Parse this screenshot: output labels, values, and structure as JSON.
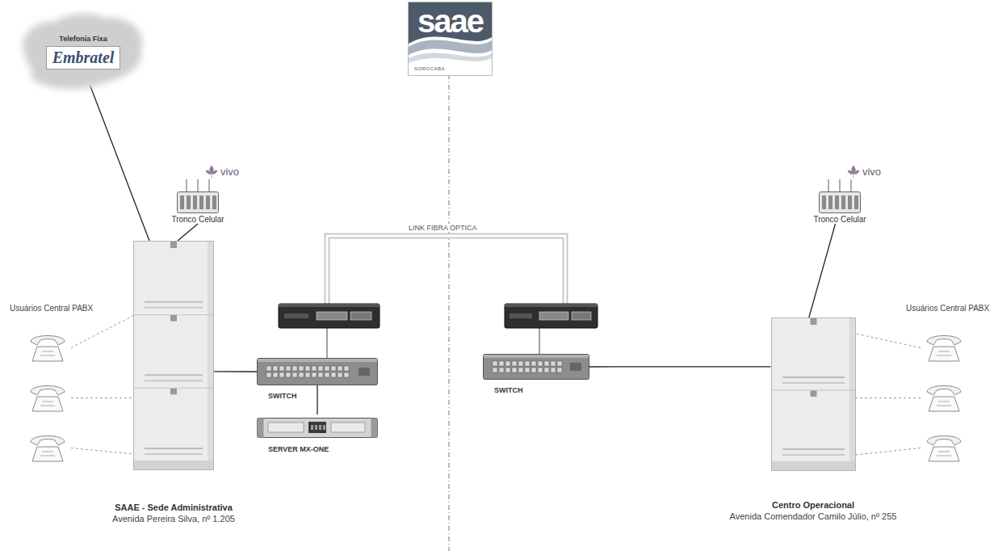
{
  "diagram": {
    "nodes": [
      {
        "text": [
          "saae",
          "SOROCABA"
        ]
      },
      {
        "text": [
          "Telefonia Fixa",
          "Embratel"
        ]
      },
      {
        "text": [
          "vivo",
          "Tronco Celular"
        ]
      },
      {
        "text": [
          "vivo",
          "Tronco Celular"
        ]
      },
      {
        "text": [
          "Usuários Central PABX"
        ]
      },
      {
        "text": [
          "SAAE - Sede Administrativa",
          "Avenida Pereira Silva, nº 1.205"
        ]
      },
      {
        "text": [
          "SWITCH"
        ]
      },
      {
        "text": [
          "SERVER MX-ONE"
        ]
      },
      {
        "text": [
          "SWITCH"
        ]
      },
      {
        "text": [
          "Centro Operacional",
          "Avenida Comendador Camilo Júlio, nº 255"
        ]
      },
      {
        "text": [
          "Usuários Central PABX"
        ]
      }
    ],
    "edges": [
      {
        "from": 1,
        "to": 5,
        "arrow": "none"
      },
      {
        "from": 2,
        "to": 5,
        "arrow": "none"
      },
      {
        "from": 5,
        "to": 6,
        "arrow": "none"
      },
      {
        "from": 6,
        "to": 7,
        "arrow": "none"
      },
      {
        "from": 8,
        "to": 9,
        "arrow": "none"
      },
      {
        "from": 3,
        "to": 9,
        "arrow": "none"
      },
      {
        "from": 4,
        "to": 5,
        "arrow": "none"
      },
      {
        "from": 10,
        "to": 9,
        "arrow": "none"
      }
    ],
    "labels": [
      "LINK FIBRA OPTICA"
    ]
  }
}
